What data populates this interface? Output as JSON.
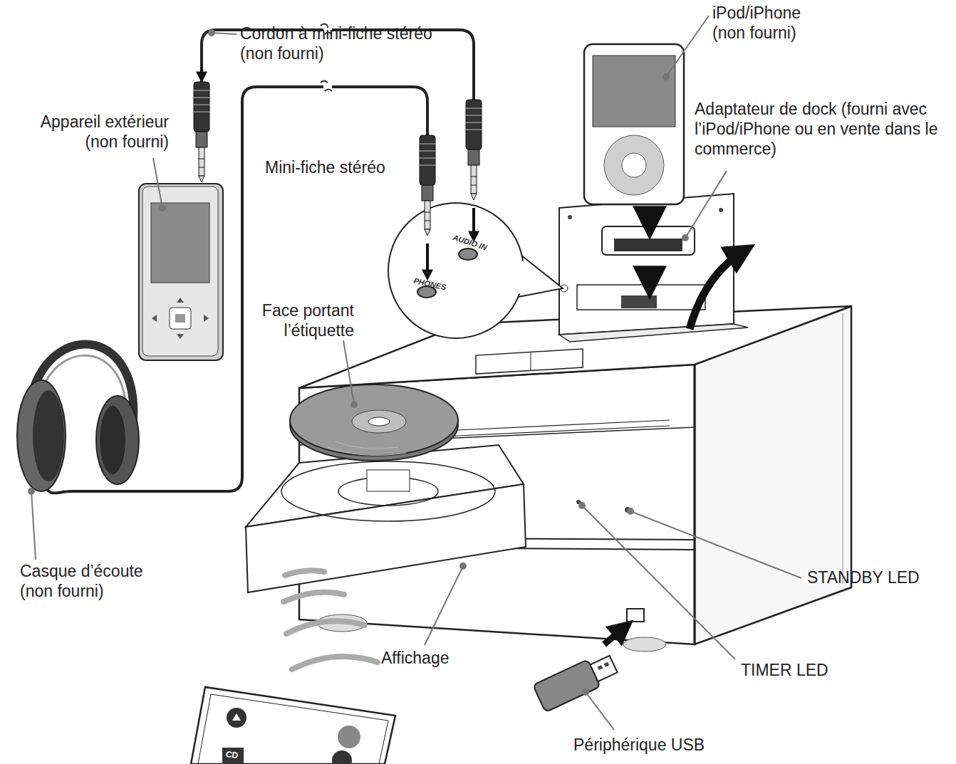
{
  "diagram": {
    "labels": [
      "Cordon à mini-fiche stéréo (non fourni)",
      "iPod/iPhone (non fourni)",
      "Adaptateur de dock (fourni avec l’iPod/iPhone ou en vente dans le commerce)",
      "Appareil extérieur (non fourni)",
      "Mini-fiche stéréo",
      "AUDIO IN",
      "PHONES",
      "Face portant l’étiquette",
      "Casque d’écoute (non fourni)",
      "STANDBY LED",
      "Affichage",
      "TIMER LED",
      "Périphérique USB",
      "CD"
    ]
  }
}
